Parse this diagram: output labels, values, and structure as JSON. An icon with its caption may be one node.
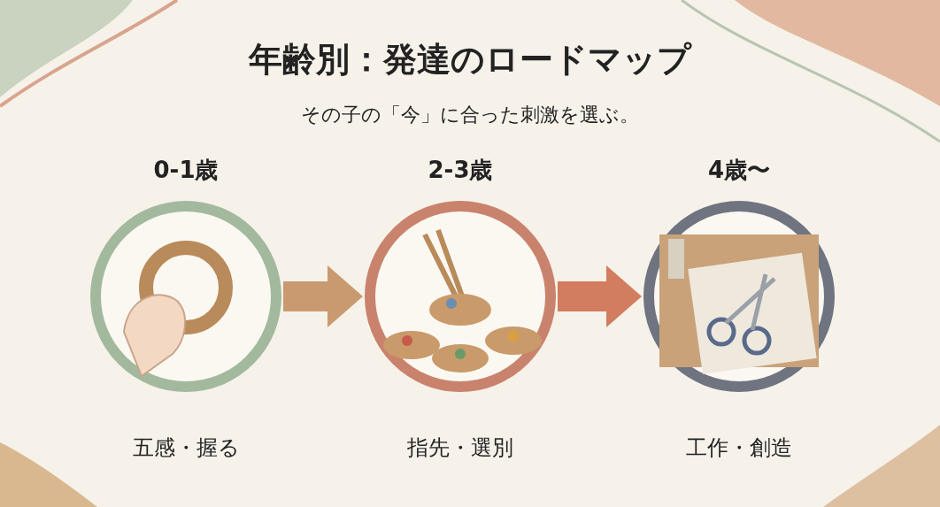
{
  "diagram": {
    "title": "年齢別：発達のロードマップ",
    "nodes": [
      {
        "text": [
          "0-1歳",
          "五感・握る"
        ]
      },
      {
        "text": [
          "2-3歳",
          "指先・選別"
        ]
      },
      {
        "text": [
          "4歳〜",
          "工作・創造"
        ]
      }
    ],
    "edges": [
      {
        "from": 0,
        "to": 1,
        "arrow": "to",
        "color": "#c99a70"
      },
      {
        "from": 1,
        "to": 2,
        "arrow": "to",
        "color": "#d27d5f"
      }
    ],
    "labels": [
      "その子の「今」に合った刺激を選ぶ。"
    ]
  }
}
